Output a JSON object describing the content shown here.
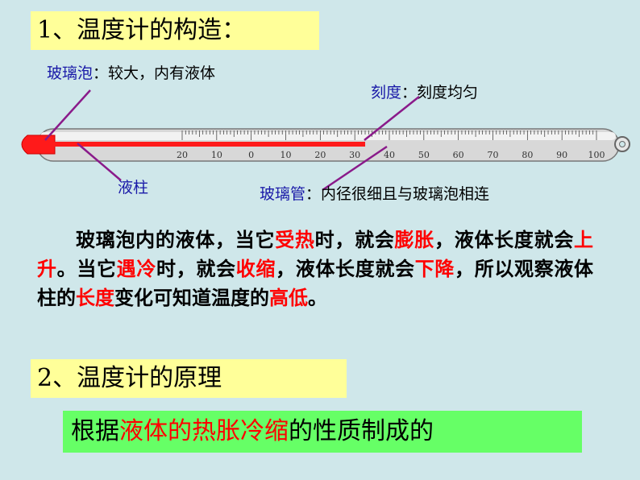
{
  "section1_title": "1、温度计的构造：",
  "section2_title": "2、温度计的原理",
  "labels": {
    "bulb_term": "玻璃泡",
    "bulb_desc": "：较大，内有液体",
    "scale_term": "刻度",
    "scale_desc": "：刻度均匀",
    "liquid_term": "液柱",
    "tube_term": "玻璃管",
    "tube_desc": "：内径很细且与玻璃泡相连"
  },
  "thermometer": {
    "scale_min": -20,
    "scale_max": 100,
    "tick_labels": [
      "20",
      "10",
      "0",
      "10",
      "20",
      "30",
      "40",
      "50",
      "60",
      "70",
      "80",
      "90",
      "100"
    ],
    "liquid_reading": 33,
    "colors": {
      "liquid": "#ff1a1a",
      "tube": "#d8d8d8",
      "pointer": "#8a1a8a"
    }
  },
  "paragraph": [
    {
      "text": "玻璃泡内的液体，当它",
      "red": false
    },
    {
      "text": "受热",
      "red": true
    },
    {
      "text": "时，就会",
      "red": false
    },
    {
      "text": "膨胀",
      "red": true
    },
    {
      "text": "，液体长度就会",
      "red": false
    },
    {
      "text": "上升",
      "red": true
    },
    {
      "text": "。当它",
      "red": false
    },
    {
      "text": "遇冷",
      "red": true
    },
    {
      "text": "时，就会",
      "red": false
    },
    {
      "text": "收缩",
      "red": true
    },
    {
      "text": "，液体长度就会",
      "red": false
    },
    {
      "text": "下降",
      "red": true
    },
    {
      "text": "，所以观察液体柱的",
      "red": false
    },
    {
      "text": "长度",
      "red": true
    },
    {
      "text": "变化可知道温度的",
      "red": false
    },
    {
      "text": "高低",
      "red": true
    },
    {
      "text": "。",
      "red": false
    }
  ],
  "principle": {
    "prefix": "根据",
    "highlight": "液体的热胀冷缩",
    "suffix": "的性质制成的"
  }
}
